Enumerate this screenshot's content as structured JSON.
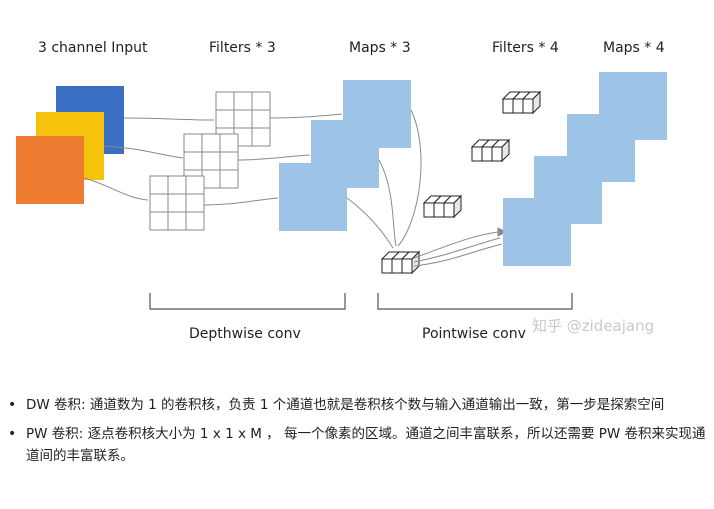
{
  "diagram": {
    "labels": {
      "input": "3 channel Input",
      "filters3": "Filters * 3",
      "maps3": "Maps * 3",
      "filters4": "Filters * 4",
      "maps4": "Maps * 4",
      "depthwise": "Depthwise conv",
      "pointwise": "Pointwise conv"
    },
    "watermark": "知乎 @zideajang",
    "colors": {
      "channel_red": "#ee7d32",
      "channel_yellow": "#f5c20c",
      "channel_blue": "#3a6fc4",
      "map_blue": "#9dc3e6",
      "grid_line": "#8a8a8a",
      "bracket": "#555555"
    }
  },
  "notes": [
    {
      "prefix": "DW 卷积: ",
      "text": "通道数为 1 的卷积核，负责 1 个通道也就是卷积核个数与输入通道输出一致，第一步是探索空间"
    },
    {
      "prefix": "PW 卷积: ",
      "text": "逐点卷积核大小为 1 x 1 x M ， 每一个像素的区域。通道之间丰富联系，所以还需要 PW 卷积来实现通道间的丰富联系。"
    }
  ]
}
